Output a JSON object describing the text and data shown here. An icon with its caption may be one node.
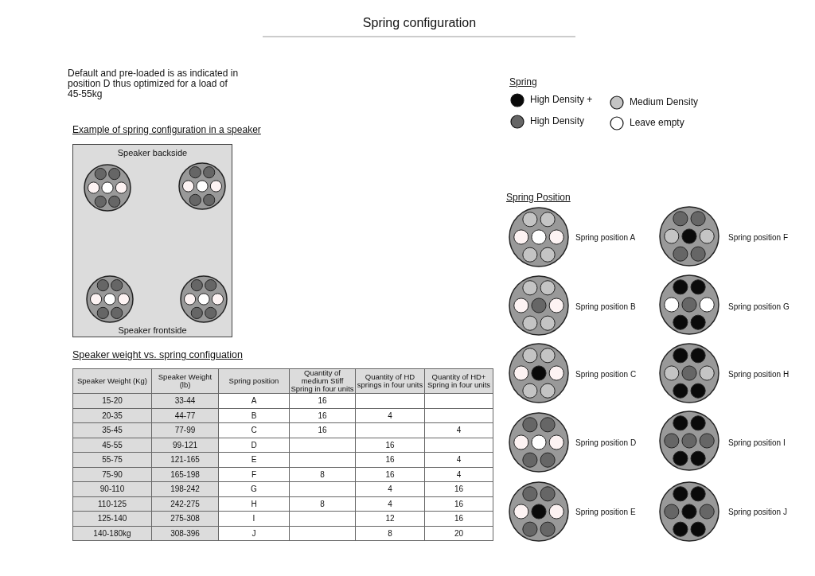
{
  "diagram": {
    "title": "Spring configuration",
    "nodes": [
      {
        "text": [
          "Speaker backside",
          "Speaker frontside"
        ]
      }
    ],
    "edges": [],
    "labels": [
      "Default and pre-loaded is as indicated in position D thus optimized for a load of 45-55kg",
      "Spring",
      "Example of spring configuration in a speaker",
      "Spring Position",
      "Spring position A",
      "Spring position F",
      "Spring position B",
      "Spring position G",
      "Spring position C",
      "Spring position H",
      "Spring position D",
      "Spring position I",
      "Spring position E",
      "Spring position J",
      "Speaker weight vs. spring configuation",
      "Speaker Weight (Kg)",
      "Speaker Weight (lb)",
      "Spring position",
      "Quantity of medium Stiff Spring in four units",
      "Quantity of HD springs in four units",
      "Quantity of HD+ Spring in four units",
      "15-20",
      "33-44",
      "A",
      "16",
      "20-35",
      "44-77",
      "B",
      "16",
      "4",
      "35-45",
      "77-99",
      "C",
      "16",
      "4",
      "45-55",
      "99-121",
      "D",
      "16",
      "55-75",
      "121-165",
      "E",
      "16",
      "4",
      "75-90",
      "165-198",
      "F",
      "8",
      "16",
      "4",
      "90-110",
      "198-242",
      "G",
      "4",
      "16",
      "110-125",
      "242-275",
      "H",
      "8",
      "4",
      "16",
      "125-140",
      "275-308",
      "I",
      "12",
      "16",
      "140-180kg",
      "308-396",
      "J",
      "8",
      "20"
    ],
    "legend": [
      {
        "text": "High Density +",
        "color": "#0a0a0a"
      },
      {
        "text": "High Density",
        "color": "#666666"
      },
      {
        "text": "Medium Density",
        "color": "#c4c4c4"
      },
      {
        "text": "Leave empty",
        "color": "#ffffff"
      }
    ]
  }
}
